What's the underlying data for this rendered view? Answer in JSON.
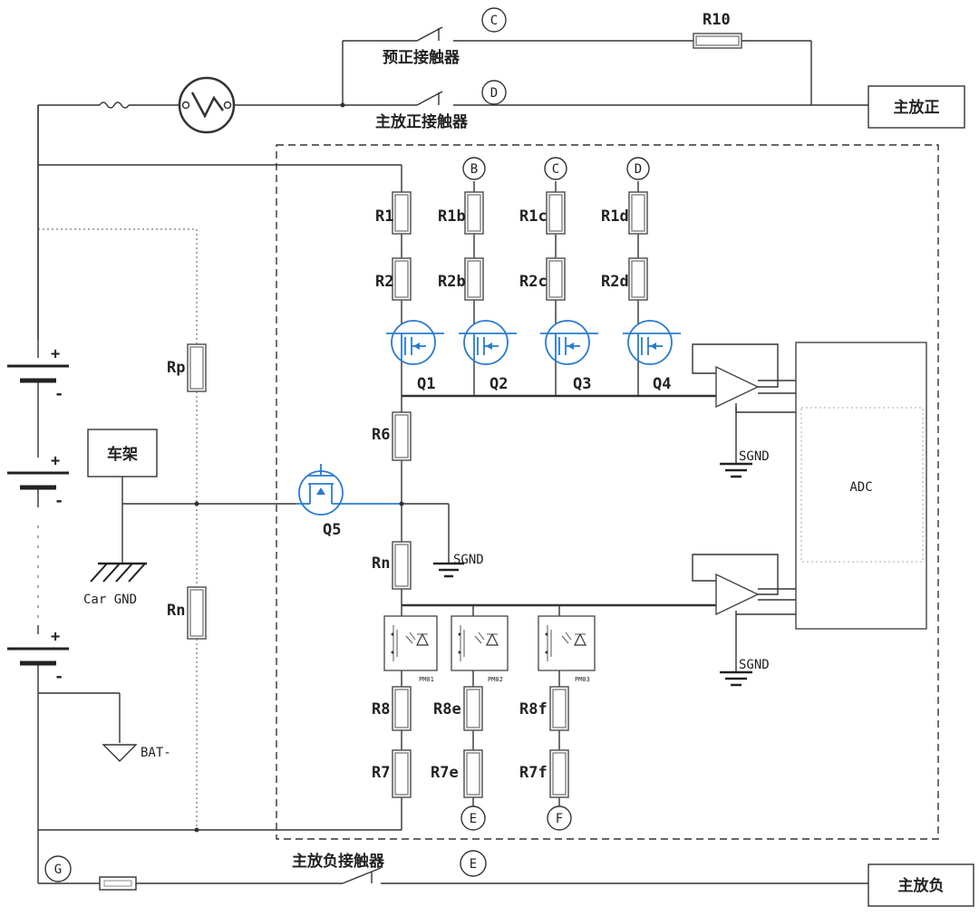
{
  "diagram": {
    "terminals": {
      "positive_out": "主放正",
      "negative_out": "主放负",
      "chassis": "车架"
    },
    "contactors": {
      "precharge": "预正接触器",
      "main_positive": "主放正接触器",
      "main_negative": "主放负接触器"
    },
    "resistors": {
      "r10": "R10",
      "r1": "R1",
      "r1b": "R1b",
      "r1c": "R1c",
      "r1d": "R1d",
      "r2": "R2",
      "r2b": "R2b",
      "r2c": "R2c",
      "r2d": "R2d",
      "r6": "R6",
      "rn": "Rn",
      "r8": "R8",
      "r8e": "R8e",
      "r8f": "R8f",
      "r7": "R7",
      "r7e": "R7e",
      "r7f": "R7f",
      "rp": "Rp",
      "rn_left": "Rn"
    },
    "transistors": {
      "q1": "Q1",
      "q2": "Q2",
      "q3": "Q3",
      "q4": "Q4",
      "q5": "Q5"
    },
    "photomos": {
      "pm1": "PM01",
      "pm2": "PM02",
      "pm3": "PM03"
    },
    "nodes": {
      "c": "C",
      "d": "D",
      "b": "B",
      "e": "E",
      "f": "F",
      "g": "G"
    },
    "grounds": {
      "sgnd": "SGND",
      "car_gnd": "Car GND",
      "bat_neg": "BAT-"
    },
    "adc": "ADC",
    "battery_plus": "+",
    "battery_minus": "-"
  }
}
